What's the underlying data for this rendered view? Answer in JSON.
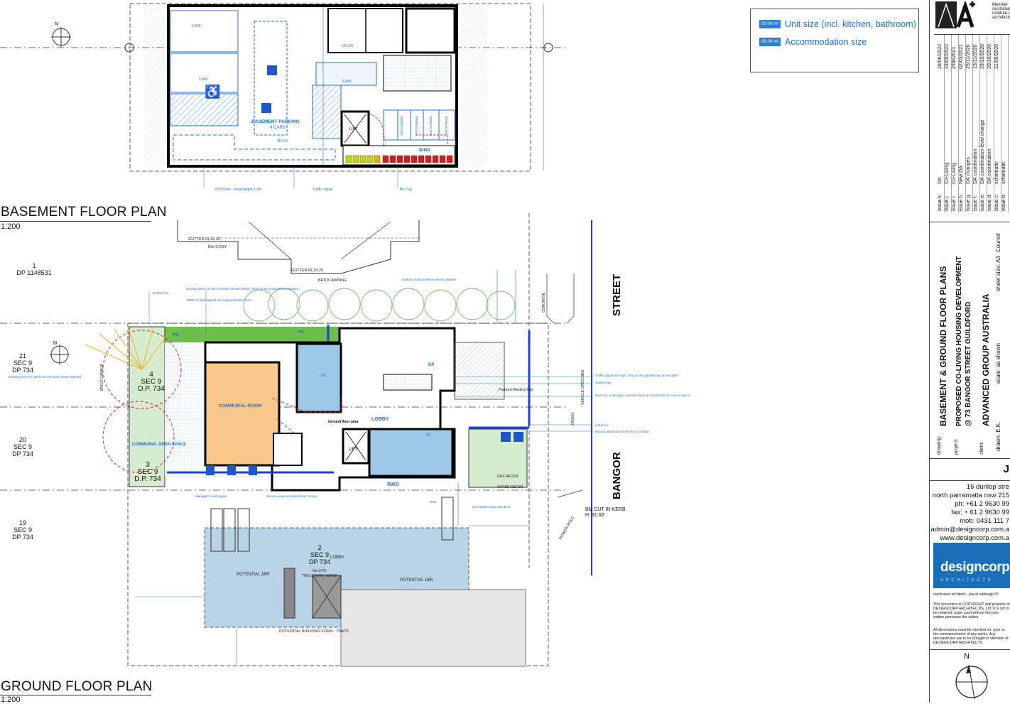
{
  "plans": {
    "basement": {
      "title": "BASEMENT FLOOR PLAN",
      "scale": "1:200"
    },
    "ground": {
      "title": "GROUND FLOOR PLAN",
      "scale": "1:200"
    }
  },
  "basement_labels": {
    "parking": "BASEMENT PARKING",
    "cars": "4 CARS",
    "bins": "BINS",
    "lift": "LIFT",
    "motorbike": "MOTORBIKE",
    "osd": "OSD Over - head height 1.9m",
    "traffic": "Traffic signal",
    "bin_tug": "Bin Tug"
  },
  "ground_labels": {
    "communal_room": "COMMUNAL ROOM",
    "communal_open": "COMMUNAL OPEN SPACE",
    "lobby": "LOBBY",
    "ground_floor_area": "Ground floor area",
    "unit_01": "01",
    "unit_02": "02",
    "lift": "LIFT",
    "rwo": "RWO",
    "brick_awning": "BRICK AWNING",
    "balcony": "BALCONY",
    "gutter_1": "GUTTER RL39.25",
    "gutter_2": "GUTTER RL39.25",
    "potential_1br_a": "POTENTIAL 1BR",
    "potential_1br_b": "POTENTIAL 1BR",
    "potential_building": "POTENTIAL BUILDING FORM - 75A/75",
    "two_storey": "TWO STOREY BRICK",
    "no_275": "No.2/75",
    "lobby_2": "LOBBY",
    "sec_9_2": "2\nSEC 9\nDP 734",
    "bm_cut": "BM CUT IN KERB\nH. 31.66",
    "power_pole": "POWER POLE",
    "concrete": "CONCRETE",
    "grass": "GRASS",
    "vehicle_crossing": "VEHICLE CROSSING",
    "painted_bay": "Painted Waiting bay",
    "existing_trees": "Existing trees on site to remain shown dotted. Trees to be protected as required",
    "timber_fence": "1800mm high lapped and capped timber fence",
    "clothes_line": "Clothes line",
    "outline_above": "Outline of above below shown dashed",
    "traffic_sign": "Traffic signal and sign \"Stop in the painted bay on red light\"",
    "waiting_bay": "waiting bay",
    "new_vc": "New V.C. to be plain concrete finish & constructed to council specs",
    "letterbox": "Letterbox",
    "brick_fence": "Brick & aluminium front fence to detail",
    "permeable": "Permeable steps and deck",
    "gate": "Gate",
    "gas_meter": "GAS METER",
    "water_meter": "WATER METER",
    "pg": "PG",
    "dp": "DP",
    "trees_removed": "Existing trees on site to be removed shown dashed",
    "managers": "Manager's work space",
    "service_area": "Service area non wheelchair access",
    "brick_garage": "BRICK GARAGE"
  },
  "lots": {
    "lot1": "1\nDP 1148531",
    "lot21": "21\nSEC 9\nDP 734",
    "lot4": "4\nSEC 9\nD.P. 734",
    "lot20": "20\nSEC 9\nDP 734",
    "lot3": "3\nSEC 9\nD.P. 734",
    "lot19": "19\nSEC 9\nDP 734"
  },
  "streets": {
    "street": "STREET",
    "bangor": "BANGOR"
  },
  "legend": {
    "swatch": "00.00 m²",
    "unit_size": "Unit size (incl. kitchen, bathroom)",
    "accommodation": "Accommodation size"
  },
  "titleblock": {
    "member": "Member\nAustralian\nInstitute of\nArchitects",
    "issues": [
      {
        "label": "issue k:",
        "desc": "DA",
        "date": "28/06/2022"
      },
      {
        "label": "issue j:",
        "desc": "Co-Living",
        "date": "23/05/2022"
      },
      {
        "label": "issue i:",
        "desc": "Co-Living",
        "date": "2/08/2021"
      },
      {
        "label": "issue h:",
        "desc": "New DA",
        "date": "02/03/2021"
      },
      {
        "label": "issue g:",
        "desc": "DA changes",
        "date": "25/11/2020"
      },
      {
        "label": "issue f:",
        "desc": "DA coordination",
        "date": "13/11/2020"
      },
      {
        "label": "issue e:",
        "desc": "DA coordination level change",
        "date": "29/10/2020"
      },
      {
        "label": "issue d:",
        "desc": "DA coordination",
        "date": "20/10/2020"
      },
      {
        "label": "issue c:",
        "desc": "schematic",
        "date": "21/09/2020"
      },
      {
        "label": "issue b:",
        "desc": "schematic",
        "date": ""
      }
    ],
    "drawing_label": "drawing:",
    "drawing": "BASEMENT & GROUND FLOOR PLANS",
    "project_label": "project:",
    "project_1": "PROPOSED CO-LIVING HOUSING DEVELOPMENT",
    "project_2": "@ 73 BANGOR STREET GUILDFORD",
    "client_label": "client:",
    "client": "ADVANCED GROUP AUSTRALIA",
    "council": "Council",
    "sheet_size": "sheet size: A3",
    "scale": "scale:   as shown",
    "drawn": "drawn:   E.K.",
    "job": "J",
    "address_1": "16 dunlop stre",
    "address_2": "north parramatta nsw 215",
    "phone": "ph: +61 2 9630 99",
    "fax": "fax: + 61 2 9630 99",
    "mob": "mob: 0431 111 7",
    "email": "admin@designcorp.com.a",
    "web": "www.designcorp.com.a",
    "logo": "designcorp",
    "logo_sub": "A R C H I T E C T S",
    "nominated": "nominated architect - jow el-sabbagh 87",
    "copyright": "This document is COPYRIGHT and property of DESIGNCORP ARCHITEC Pty. Ltd. It is not to be retained, copie used without the prior written permissio the author.",
    "dimensions": "All dimensions must be checked on- prior to the commencement of any works. Any discrepancies are to be brought to attention of DESIGNCORP ARCHITECTS",
    "north": "N"
  },
  "north_label": "N"
}
